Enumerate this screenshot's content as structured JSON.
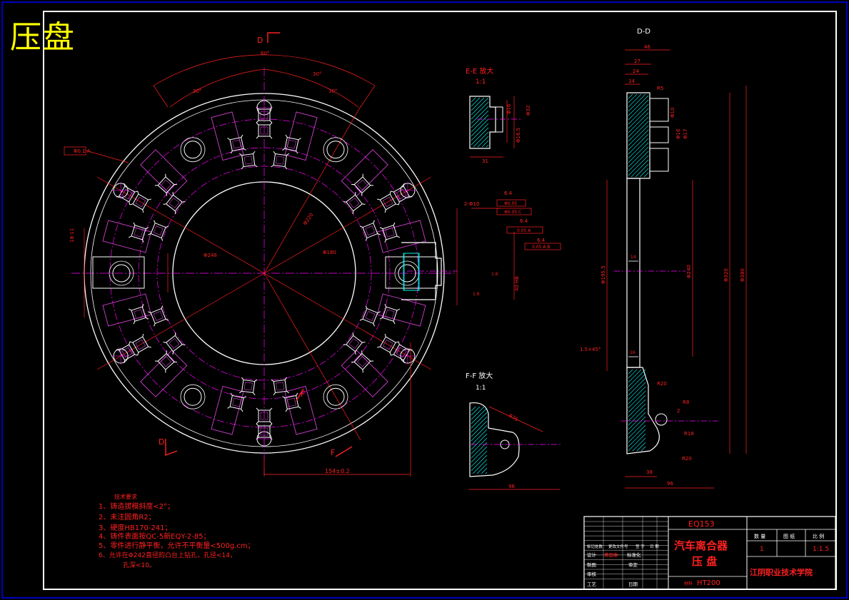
{
  "title": "压盘",
  "views": {
    "main": {
      "section_marks": [
        "D",
        "D",
        "F",
        "F"
      ],
      "dims": [
        "60°",
        "30°",
        "30°",
        "30°",
        "Φ220",
        "Φ180",
        "Φ248",
        "18-11",
        "Φ0.1 A",
        "154±0.2"
      ]
    },
    "dd": {
      "label": "D-D",
      "dims": [
        "46",
        "27",
        "24",
        "14",
        "R5",
        "Φ10",
        "Φ16",
        "Φ17",
        "Φ380",
        "Φ320",
        "Φ240",
        "Φ195.5",
        "14",
        "16",
        "1.5×45°",
        "R20",
        "2",
        "38",
        "96",
        "R8",
        "R18",
        "R20"
      ]
    },
    "ee": {
      "label": "E-E 放大",
      "scale": "1:1",
      "dims": [
        "Φ32",
        "Φ16",
        "Φ16.5",
        "31"
      ]
    },
    "ff": {
      "label": "F-F 放大",
      "scale": "1:1",
      "dims": [
        "R75",
        "96"
      ]
    },
    "callouts": [
      "2-Φ10",
      "6.4",
      "6.4",
      "6.4",
      "Φ0.05",
      "Φ0.05 C",
      "0.05 A",
      "0.05 A B",
      "1.6",
      "1.6",
      "40 H8"
    ]
  },
  "tech_requirements": {
    "heading": "技术要求",
    "items": [
      "1、铸造拔模斜度<2°；",
      "2、未注圆角R2；",
      "3、硬度HB170-241；",
      "4、铸件表面按QC-5新EQY-2-85；",
      "5、零件进行静平衡，允许不平衡量<500g.cm；",
      "6、允许在Φ242直径的凸台上钻孔，孔径<14，",
      "孔深<10。"
    ]
  },
  "title_block": {
    "code": "EQ153",
    "part_name_1": "汽车离合器",
    "part_name_2": "压 盘",
    "material": "HT200",
    "material_label": "材料",
    "school": "江阴职业技术学院",
    "qty_label": "数 量",
    "weight_label": "图 纸",
    "scale_label": "比 例",
    "qty": "1",
    "scale": "1:1.5",
    "rows": [
      [
        "标记处数",
        "更改文件号",
        "签 字",
        "日 期"
      ],
      [
        "设计",
        "黄国泰",
        "标准化"
      ],
      [
        "制图",
        "",
        "审定"
      ],
      [
        "审核",
        "",
        ""
      ],
      [
        "工艺",
        "",
        "日期"
      ]
    ]
  },
  "colors": {
    "outline": "#ffffff",
    "dimension": "#ff2020",
    "centerline": "#ff00ff",
    "hatch": "#00ffff",
    "title": "#ffff00",
    "frame": "#0000ff"
  }
}
